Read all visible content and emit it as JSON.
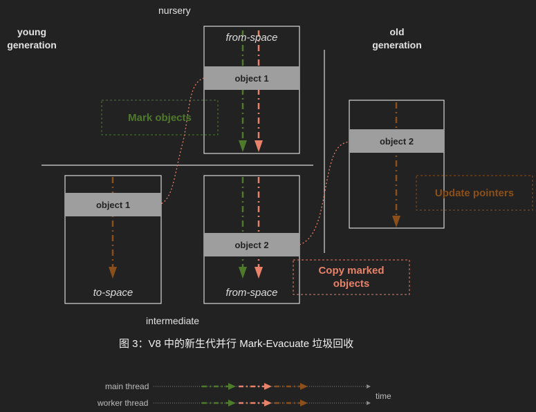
{
  "labels": {
    "nursery": "nursery",
    "young_generation": "young\ngeneration",
    "old_generation": "old\ngeneration",
    "intermediate": "intermediate",
    "from_space_top": "from-space",
    "from_space_bottom": "from-space",
    "to_space": "to-space"
  },
  "objects": {
    "object1_from": "object 1",
    "object1_to": "object 1",
    "object2_from": "object 2",
    "object2_old": "object 2"
  },
  "notes": {
    "mark_objects": "Mark objects",
    "copy_marked_objects": "Copy marked\nobjects",
    "update_pointers": "Update pointers"
  },
  "caption": "图 3：V8 中的新生代并行 Mark-Evacuate 垃圾回收",
  "timeline": {
    "main_thread": "main thread",
    "worker_thread": "worker thread",
    "time": "time"
  },
  "colors": {
    "background": "#222222",
    "mark_green": "#4e7a2c",
    "copy_salmon": "#e8826a",
    "update_brown": "#8a4f1a",
    "object_gray": "#9e9e9e",
    "box_border": "#d8d8d8"
  }
}
